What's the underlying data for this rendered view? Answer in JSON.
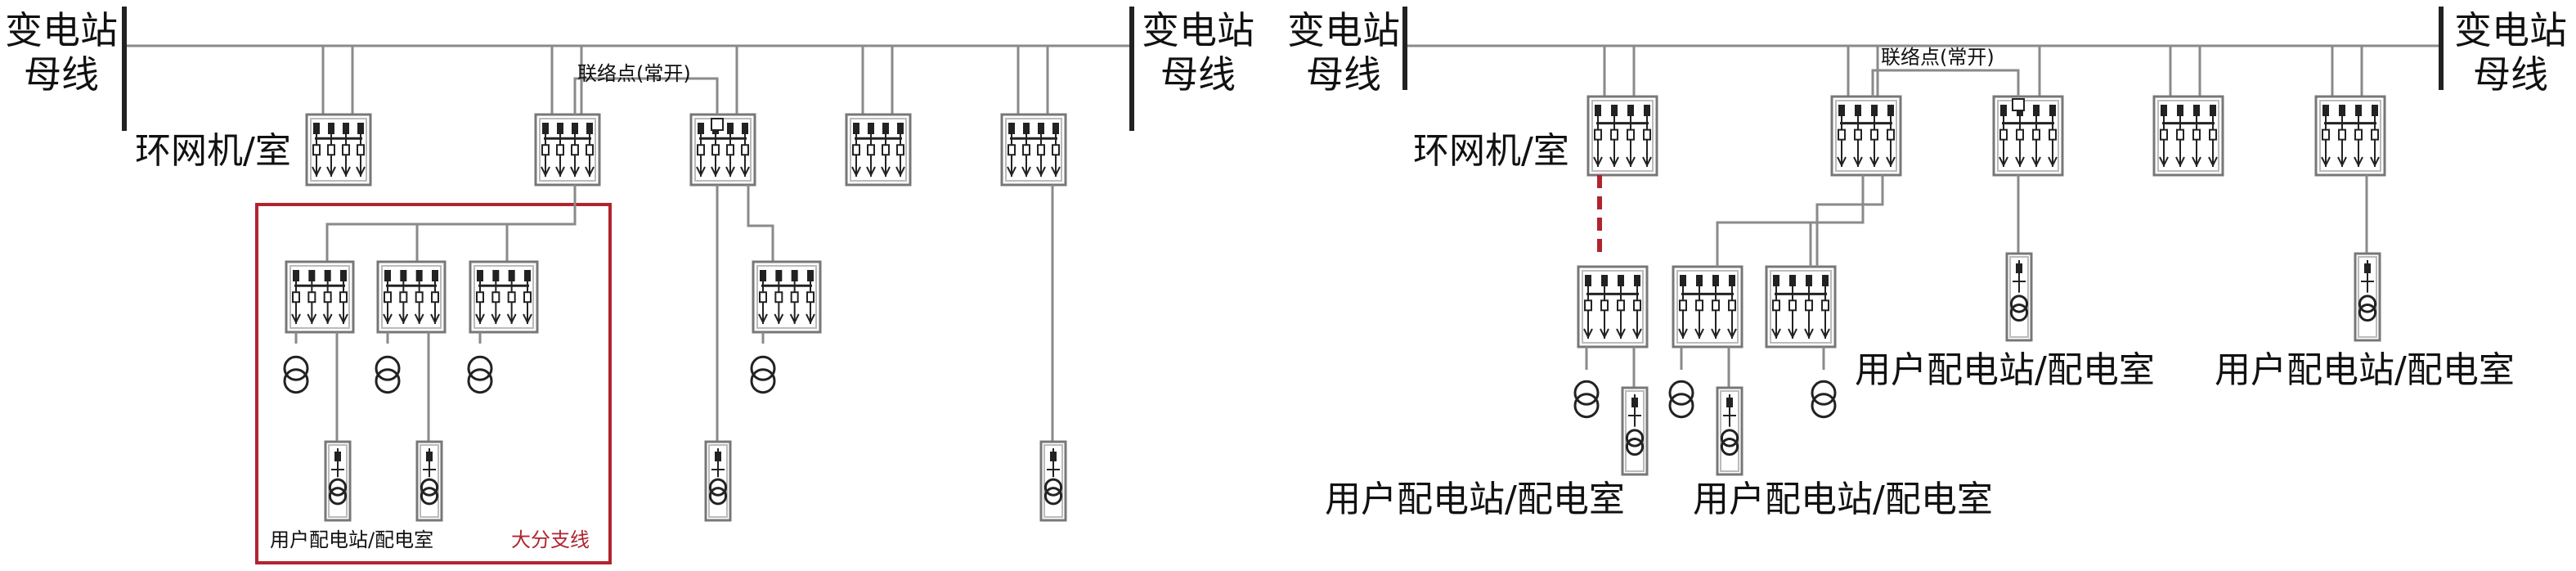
{
  "left_panel": {
    "bus_left_label": "变电站\n母线",
    "bus_right_label": "变电站\n母线",
    "ring_unit_label": "环网机/室",
    "tie_point_label": "联络点(常开)",
    "user_station_label": "用户配电站/配电室",
    "branch_label": "大分支线"
  },
  "right_panel": {
    "bus_left_label": "变电站\n母线",
    "bus_right_label": "变电站\n母线",
    "ring_unit_label": "环网机/室",
    "tie_point_label": "联络点(常开)",
    "user_station_labels": [
      "用户配电站/配电室",
      "用户配电站/配电室",
      "用户配电站/配电室",
      "用户配电站/配电室"
    ]
  },
  "colors": {
    "line": "#8a8a8a",
    "dark": "#222222",
    "highlight": "#b0242f"
  }
}
